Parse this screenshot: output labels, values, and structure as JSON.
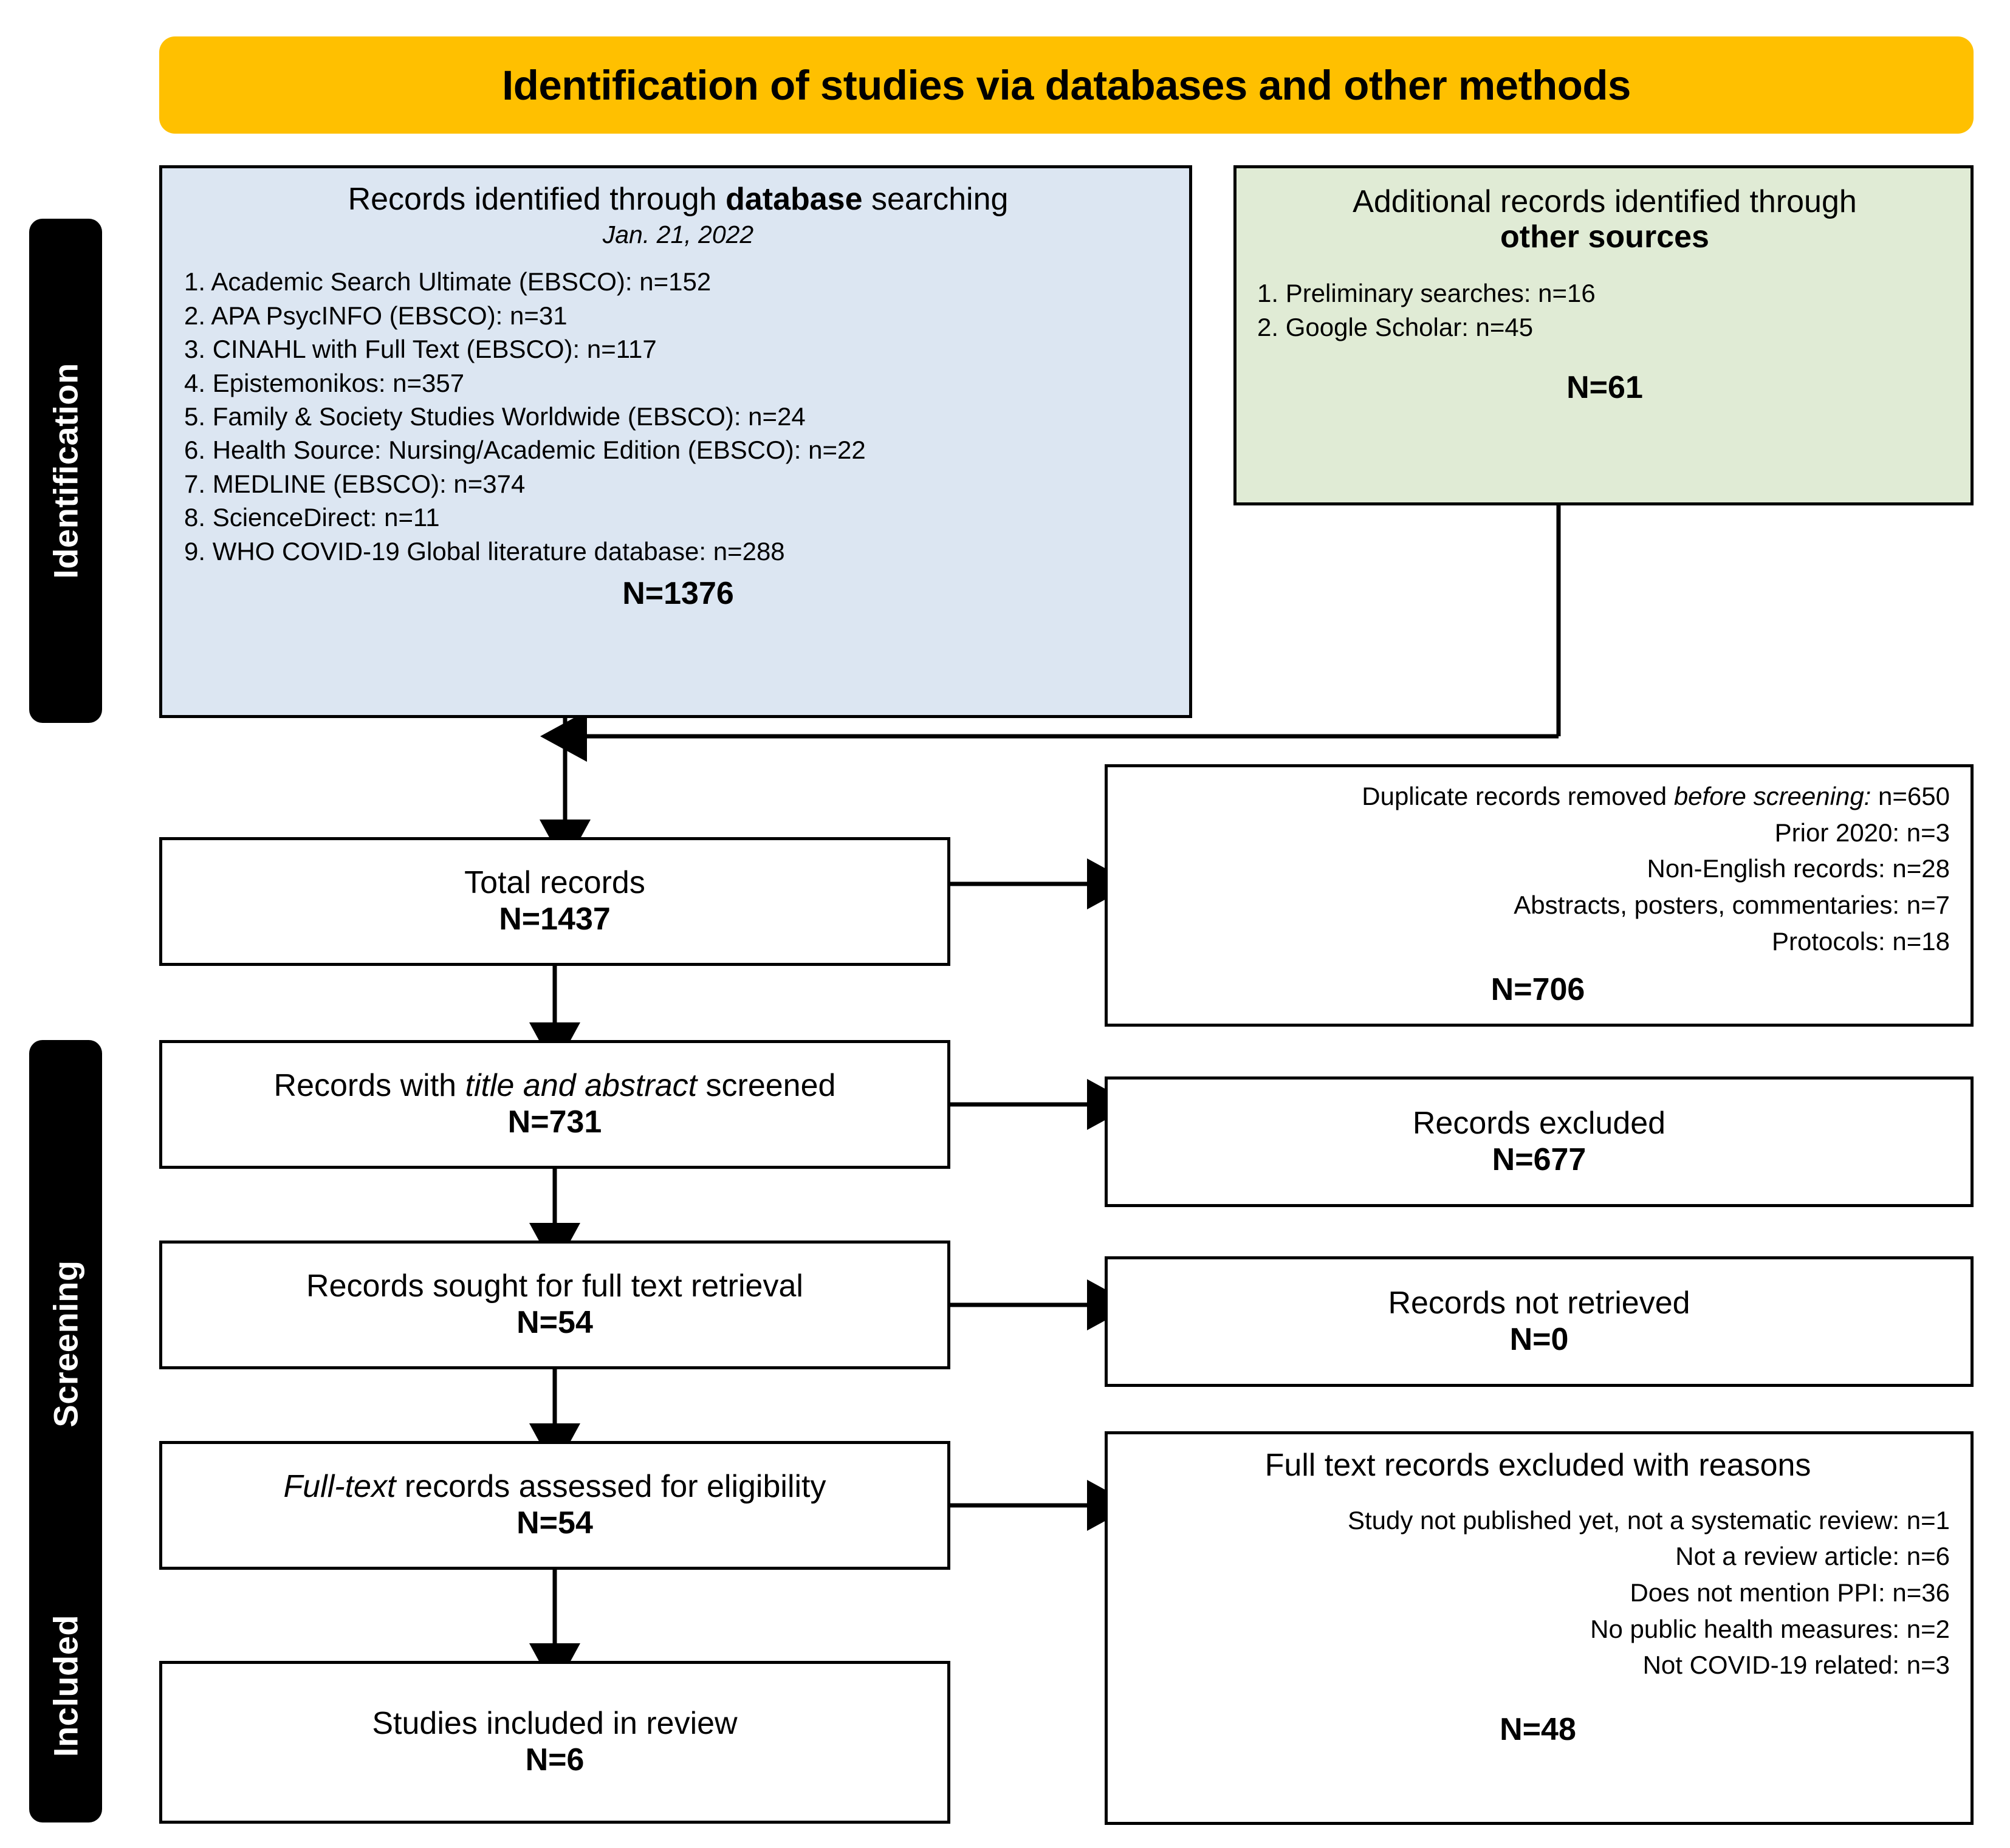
{
  "title": {
    "text": "Identification of studies via databases and other methods",
    "color": "#FFC000"
  },
  "stages": {
    "identification": "Identification",
    "screening": "Screening",
    "included": "Included"
  },
  "colors": {
    "database_box_fill": "#DCE6F2",
    "other_sources_box_fill": "#E0EBD5",
    "banner_fill": "#FFC000",
    "stage_bar_fill": "#000000",
    "border": "#000000"
  },
  "database_box": {
    "heading_pre": "Records identified through ",
    "heading_bold": "database",
    "heading_post": " searching",
    "date": "Jan. 21, 2022",
    "sources": [
      "1. Academic Search Ultimate (EBSCO): n=152",
      "2. APA PsycINFO (EBSCO): n=31",
      "3. CINAHL with Full Text (EBSCO): n=117",
      "4. Epistemonikos: n=357",
      "5. Family & Society Studies Worldwide (EBSCO): n=24",
      "6. Health Source: Nursing/Academic Edition (EBSCO): n=22",
      "7. MEDLINE (EBSCO): n=374",
      "8. ScienceDirect: n=11",
      "9. WHO COVID-19 Global literature database: n=288"
    ],
    "total": "N=1376"
  },
  "other_sources_box": {
    "heading_line1": "Additional records identified through",
    "heading_line2_bold": "other sources",
    "sources": [
      "1. Preliminary searches: n=16",
      "2. Google Scholar: n=45"
    ],
    "total": "N=61"
  },
  "total_records_box": {
    "label": "Total records",
    "total": "N=1437"
  },
  "duplicates_box": {
    "lines": [
      {
        "pre": "Duplicate records removed ",
        "italic": "before screening:",
        "post": " n=650"
      },
      {
        "pre": "Prior 2020: n=3",
        "italic": "",
        "post": ""
      },
      {
        "pre": "Non-English records: n=28",
        "italic": "",
        "post": ""
      },
      {
        "pre": "Abstracts, posters, commentaries: n=7",
        "italic": "",
        "post": ""
      },
      {
        "pre": "Protocols: n=18",
        "italic": "",
        "post": ""
      }
    ],
    "total": "N=706"
  },
  "title_abstract_box": {
    "pre": "Records with ",
    "italic": "title and abstract",
    "post": " screened",
    "total": "N=731"
  },
  "records_excluded_box": {
    "label": "Records excluded",
    "total": "N=677"
  },
  "sought_full_box": {
    "label": "Records sought for full text retrieval",
    "total": "N=54"
  },
  "not_retrieved_box": {
    "label": "Records not retrieved",
    "total": "N=0"
  },
  "fulltext_assessed_box": {
    "italic": "Full-text",
    "post": " records assessed for eligibility",
    "total": "N=54"
  },
  "fulltext_excluded_box": {
    "heading": "Full text records excluded with reasons",
    "reasons": [
      "Study not published yet, not a systematic review: n=1",
      "Not a review article: n=6",
      "Does not mention PPI: n=36",
      "No public health measures: n=2",
      "Not COVID-19 related: n=3"
    ],
    "total": "N=48"
  },
  "studies_included_box": {
    "label": "Studies included in review",
    "total": "N=6"
  },
  "chart_data": {
    "type": "flowchart",
    "title": "Identification of studies via databases and other methods",
    "nodes": [
      {
        "id": "database",
        "stage": "Identification",
        "n": 1376
      },
      {
        "id": "other_sources",
        "stage": "Identification",
        "n": 61
      },
      {
        "id": "total_records",
        "stage": "Identification",
        "n": 1437
      },
      {
        "id": "duplicates_removed",
        "stage": "Identification",
        "n": 706
      },
      {
        "id": "title_abstract_screened",
        "stage": "Screening",
        "n": 731
      },
      {
        "id": "records_excluded",
        "stage": "Screening",
        "n": 677
      },
      {
        "id": "sought_full_text",
        "stage": "Screening",
        "n": 54
      },
      {
        "id": "not_retrieved",
        "stage": "Screening",
        "n": 0
      },
      {
        "id": "fulltext_assessed",
        "stage": "Screening",
        "n": 54
      },
      {
        "id": "fulltext_excluded",
        "stage": "Screening",
        "n": 48
      },
      {
        "id": "studies_included",
        "stage": "Included",
        "n": 6
      }
    ],
    "edges": [
      [
        "database",
        "total_records"
      ],
      [
        "other_sources",
        "total_records"
      ],
      [
        "total_records",
        "duplicates_removed"
      ],
      [
        "total_records",
        "title_abstract_screened"
      ],
      [
        "title_abstract_screened",
        "records_excluded"
      ],
      [
        "title_abstract_screened",
        "sought_full_text"
      ],
      [
        "sought_full_text",
        "not_retrieved"
      ],
      [
        "sought_full_text",
        "fulltext_assessed"
      ],
      [
        "fulltext_assessed",
        "fulltext_excluded"
      ],
      [
        "fulltext_assessed",
        "studies_included"
      ]
    ]
  }
}
